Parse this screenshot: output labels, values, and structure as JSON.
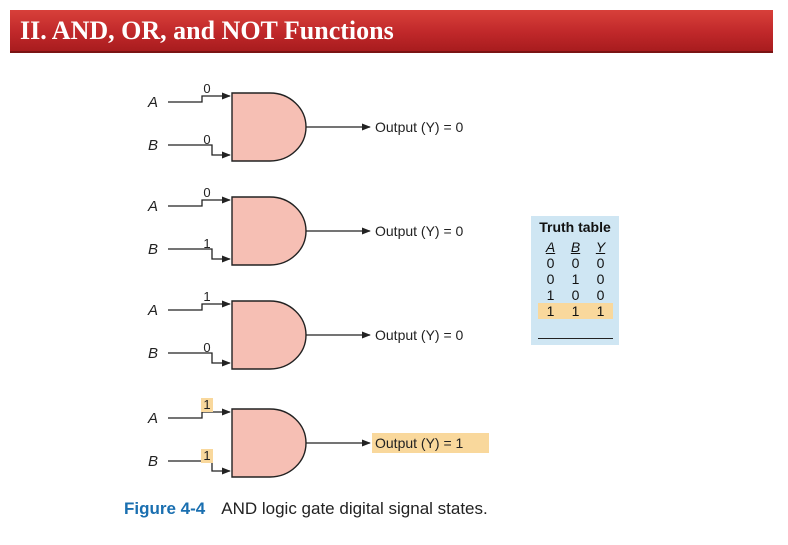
{
  "header": {
    "title": "II. AND, OR, and NOT Functions"
  },
  "gates": [
    {
      "a": "0",
      "b": "0",
      "output": "Output (Y) = 0",
      "highlight": false
    },
    {
      "a": "0",
      "b": "1",
      "output": "Output (Y) = 0",
      "highlight": false
    },
    {
      "a": "1",
      "b": "0",
      "output": "Output (Y) = 0",
      "highlight": false
    },
    {
      "a": "1",
      "b": "1",
      "output": "Output (Y) = 1",
      "highlight": true
    }
  ],
  "labels": {
    "input_a": "A",
    "input_b": "B"
  },
  "truth_table": {
    "title": "Truth table",
    "headers": [
      "A",
      "B",
      "Y"
    ],
    "rows": [
      [
        "0",
        "0",
        "0"
      ],
      [
        "0",
        "1",
        "0"
      ],
      [
        "1",
        "0",
        "0"
      ],
      [
        "1",
        "1",
        "1"
      ]
    ],
    "highlight_row": 3
  },
  "caption": {
    "figure_number": "Figure 4-4",
    "text": "AND logic gate digital signal states."
  },
  "colors": {
    "gate_fill": "#f6bfb4",
    "highlight": "#f9d89c",
    "table_bg": "#cfe6f3",
    "banner": "#c0282a",
    "figure_blue": "#1a6fb0"
  }
}
